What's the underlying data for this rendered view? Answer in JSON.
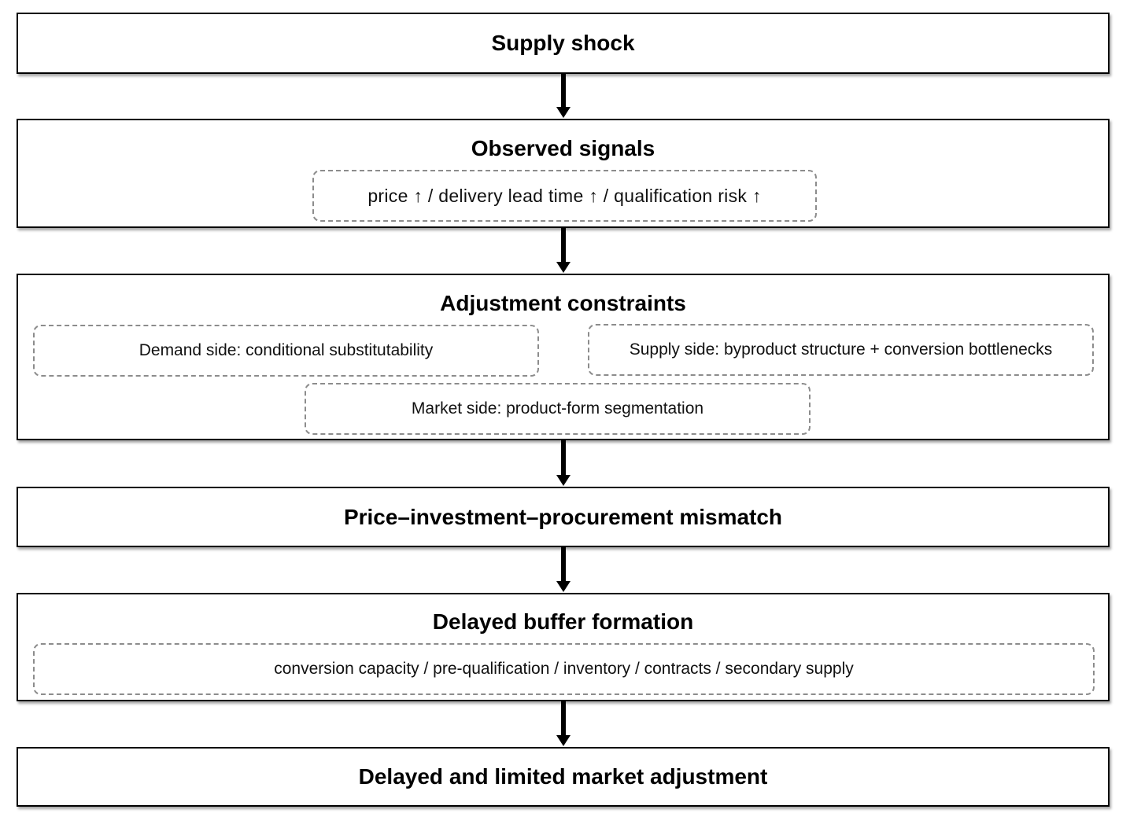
{
  "steps": {
    "supply_shock": {
      "title": "Supply shock"
    },
    "observed_signals": {
      "title": "Observed signals",
      "detail": "price ↑  / delivery lead time  ↑  / qualification risk  ↑"
    },
    "adjustment_constraints": {
      "title": "Adjustment constraints",
      "demand_side": "Demand side: conditional substitutability",
      "supply_side": "Supply side: byproduct structure + conversion bottlenecks",
      "market_side": "Market side: product-form segmentation"
    },
    "mismatch": {
      "title": "Price–investment–procurement mismatch"
    },
    "buffer_formation": {
      "title": "Delayed buffer formation",
      "detail": "conversion capacity / pre-qualification /  inventory / contracts / secondary supply"
    },
    "market_adjustment": {
      "title": "Delayed and limited market adjustment"
    }
  }
}
